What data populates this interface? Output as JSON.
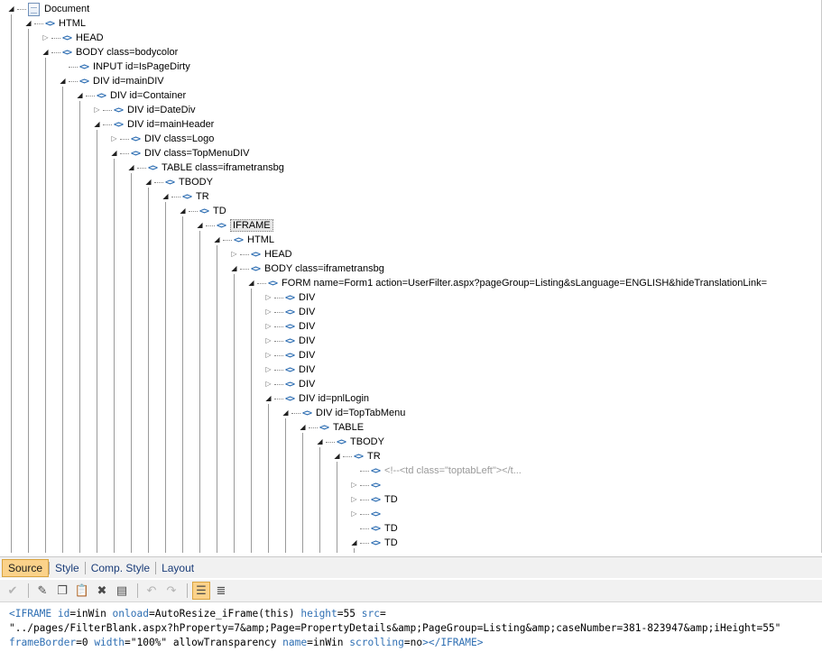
{
  "tree": {
    "nodes": [
      {
        "label": "Document",
        "depth": 0,
        "toggle": "expanded",
        "icon": "document-icon"
      },
      {
        "label": "HTML",
        "depth": 1,
        "toggle": "expanded",
        "icon": "tag-icon"
      },
      {
        "label": "HEAD",
        "depth": 2,
        "toggle": "collapsed",
        "icon": "tag-icon"
      },
      {
        "label": "BODY class=bodycolor",
        "depth": 2,
        "toggle": "expanded",
        "icon": "tag-icon"
      },
      {
        "label": "INPUT id=IsPageDirty",
        "depth": 3,
        "toggle": "none",
        "icon": "tag-icon"
      },
      {
        "label": "DIV id=mainDIV",
        "depth": 3,
        "toggle": "expanded",
        "icon": "tag-icon"
      },
      {
        "label": "DIV id=Container",
        "depth": 4,
        "toggle": "expanded",
        "icon": "tag-icon"
      },
      {
        "label": "DIV id=DateDiv",
        "depth": 5,
        "toggle": "collapsed",
        "icon": "tag-icon"
      },
      {
        "label": "DIV id=mainHeader",
        "depth": 5,
        "toggle": "expanded",
        "icon": "tag-icon"
      },
      {
        "label": "DIV class=Logo",
        "depth": 6,
        "toggle": "collapsed",
        "icon": "tag-icon"
      },
      {
        "label": "DIV class=TopMenuDIV",
        "depth": 6,
        "toggle": "expanded",
        "icon": "tag-icon"
      },
      {
        "label": "TABLE class=iframetransbg",
        "depth": 7,
        "toggle": "expanded",
        "icon": "tag-icon"
      },
      {
        "label": "TBODY",
        "depth": 8,
        "toggle": "expanded",
        "icon": "tag-icon"
      },
      {
        "label": "TR",
        "depth": 9,
        "toggle": "expanded",
        "icon": "tag-icon"
      },
      {
        "label": "TD",
        "depth": 10,
        "toggle": "expanded",
        "icon": "tag-icon"
      },
      {
        "label": "IFRAME",
        "depth": 11,
        "toggle": "expanded",
        "icon": "tag-icon",
        "selected": true
      },
      {
        "label": "HTML",
        "depth": 12,
        "toggle": "expanded",
        "icon": "tag-icon"
      },
      {
        "label": "HEAD",
        "depth": 13,
        "toggle": "collapsed",
        "icon": "tag-icon"
      },
      {
        "label": "BODY class=iframetransbg",
        "depth": 13,
        "toggle": "expanded",
        "icon": "tag-icon"
      },
      {
        "label": "FORM name=Form1 action=UserFilter.aspx?pageGroup=Listing&sLanguage=ENGLISH&hideTranslationLink=",
        "depth": 14,
        "toggle": "expanded",
        "icon": "tag-icon"
      },
      {
        "label": "DIV",
        "depth": 15,
        "toggle": "collapsed",
        "icon": "tag-icon"
      },
      {
        "label": "DIV",
        "depth": 15,
        "toggle": "collapsed",
        "icon": "tag-icon"
      },
      {
        "label": "DIV",
        "depth": 15,
        "toggle": "collapsed",
        "icon": "tag-icon"
      },
      {
        "label": "DIV",
        "depth": 15,
        "toggle": "collapsed",
        "icon": "tag-icon"
      },
      {
        "label": "DIV",
        "depth": 15,
        "toggle": "collapsed",
        "icon": "tag-icon"
      },
      {
        "label": "DIV",
        "depth": 15,
        "toggle": "collapsed",
        "icon": "tag-icon"
      },
      {
        "label": "DIV",
        "depth": 15,
        "toggle": "collapsed",
        "icon": "tag-icon"
      },
      {
        "label": "DIV id=pnlLogin",
        "depth": 15,
        "toggle": "expanded",
        "icon": "tag-icon"
      },
      {
        "label": "DIV id=TopTabMenu",
        "depth": 16,
        "toggle": "expanded",
        "icon": "tag-icon"
      },
      {
        "label": "TABLE",
        "depth": 17,
        "toggle": "expanded",
        "icon": "tag-icon"
      },
      {
        "label": "TBODY",
        "depth": 18,
        "toggle": "expanded",
        "icon": "tag-icon"
      },
      {
        "label": "TR",
        "depth": 19,
        "toggle": "expanded",
        "icon": "tag-icon"
      },
      {
        "label": "<!--<td class=\"toptabLeft\"></t...",
        "depth": 20,
        "toggle": "none",
        "icon": "tag-icon",
        "comment": true
      },
      {
        "label": "",
        "depth": 20,
        "toggle": "collapsed",
        "icon": "tag-icon"
      },
      {
        "label": "TD",
        "depth": 20,
        "toggle": "collapsed",
        "icon": "tag-icon"
      },
      {
        "label": "",
        "depth": 20,
        "toggle": "collapsed",
        "icon": "tag-icon"
      },
      {
        "label": "TD",
        "depth": 20,
        "toggle": "none",
        "icon": "tag-icon"
      },
      {
        "label": "TD",
        "depth": 20,
        "toggle": "expanded",
        "icon": "tag-icon"
      }
    ]
  },
  "tabs": [
    {
      "label": "Source",
      "active": true
    },
    {
      "label": "Style",
      "active": false
    },
    {
      "label": "Comp. Style",
      "active": false
    },
    {
      "label": "Layout",
      "active": false
    }
  ],
  "toolbar": [
    {
      "icon": "check-icon",
      "glyph": "✔",
      "dim": true
    },
    {
      "sep": true
    },
    {
      "icon": "edit-icon",
      "glyph": "✎"
    },
    {
      "icon": "copy-icon",
      "glyph": "❐"
    },
    {
      "icon": "paste-icon",
      "glyph": "📋"
    },
    {
      "icon": "delete-icon",
      "glyph": "✖"
    },
    {
      "icon": "save-icon",
      "glyph": "▤"
    },
    {
      "sep": true
    },
    {
      "icon": "undo-icon",
      "glyph": "↶",
      "dim": true
    },
    {
      "icon": "redo-icon",
      "glyph": "↷",
      "dim": true
    },
    {
      "sep": true
    },
    {
      "icon": "word-wrap-icon",
      "glyph": "☰",
      "active": true
    },
    {
      "icon": "list-icon",
      "glyph": "≣"
    }
  ],
  "source": {
    "lines": [
      [
        {
          "t": "<IFRAME",
          "c": "s-tag"
        },
        {
          "t": " ",
          "c": "s-val"
        },
        {
          "t": "id",
          "c": "s-attr"
        },
        {
          "t": "=inWin ",
          "c": "s-val"
        },
        {
          "t": "onload",
          "c": "s-attr"
        },
        {
          "t": "=AutoResize_iFrame(this) ",
          "c": "s-val"
        },
        {
          "t": "height",
          "c": "s-attr"
        },
        {
          "t": "=55 ",
          "c": "s-val"
        },
        {
          "t": "src",
          "c": "s-attr"
        },
        {
          "t": "=",
          "c": "s-val"
        }
      ],
      [
        {
          "t": "\"../pages/FilterBlank.aspx?hProperty=7&amp;Page=PropertyDetails&amp;PageGroup=Listing&amp;caseNumber=381-823947&amp;iHeight=55\"",
          "c": "s-val"
        }
      ],
      [
        {
          "t": "frameBorder",
          "c": "s-attr"
        },
        {
          "t": "=0 ",
          "c": "s-val"
        },
        {
          "t": "width",
          "c": "s-attr"
        },
        {
          "t": "=\"100%\" ",
          "c": "s-val"
        },
        {
          "t": "allowTransparency",
          "c": "s-val"
        },
        {
          "t": " ",
          "c": "s-val"
        },
        {
          "t": "name",
          "c": "s-attr"
        },
        {
          "t": "=inWin ",
          "c": "s-val"
        },
        {
          "t": "scrolling",
          "c": "s-attr"
        },
        {
          "t": "=no",
          "c": "s-val"
        },
        {
          "t": "></IFRAME>",
          "c": "s-tag"
        }
      ]
    ]
  }
}
